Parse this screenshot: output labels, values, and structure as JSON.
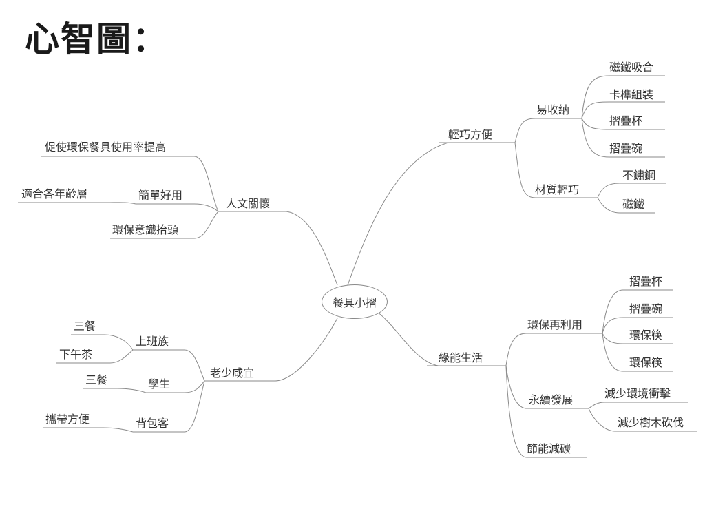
{
  "page": {
    "title": "心智圖："
  },
  "mindmap": {
    "center": "餐具小摺",
    "branches": [
      {
        "label": "輕巧方便",
        "children": [
          {
            "label": "易收納",
            "children": [
              "磁鐵吸合",
              "卡榫組裝",
              "摺疊杯",
              "摺疊碗"
            ]
          },
          {
            "label": "材質輕巧",
            "children": [
              "不鏽鋼",
              "磁鐵"
            ]
          }
        ]
      },
      {
        "label": "綠能生活",
        "children": [
          {
            "label": "環保再利用",
            "children": [
              "摺疊杯",
              "摺疊碗",
              "環保筷",
              "環保筷"
            ]
          },
          {
            "label": "永續發展",
            "children": [
              "減少環境衝擊",
              "減少樹木砍伐"
            ]
          },
          {
            "label": "節能減碳",
            "children": []
          }
        ]
      },
      {
        "label": "人文關懷",
        "children": [
          {
            "label": "促使環保餐具使用率提高",
            "children": []
          },
          {
            "label": "簡單好用",
            "children": [
              "適合各年齡層"
            ]
          },
          {
            "label": "環保意識抬頭",
            "children": []
          }
        ]
      },
      {
        "label": "老少咸宜",
        "children": [
          {
            "label": "上班族",
            "children": [
              "三餐",
              "下午茶"
            ]
          },
          {
            "label": "學生",
            "children": [
              "三餐"
            ]
          },
          {
            "label": "背包客",
            "children": [
              "攜帶方便"
            ]
          }
        ]
      }
    ]
  }
}
